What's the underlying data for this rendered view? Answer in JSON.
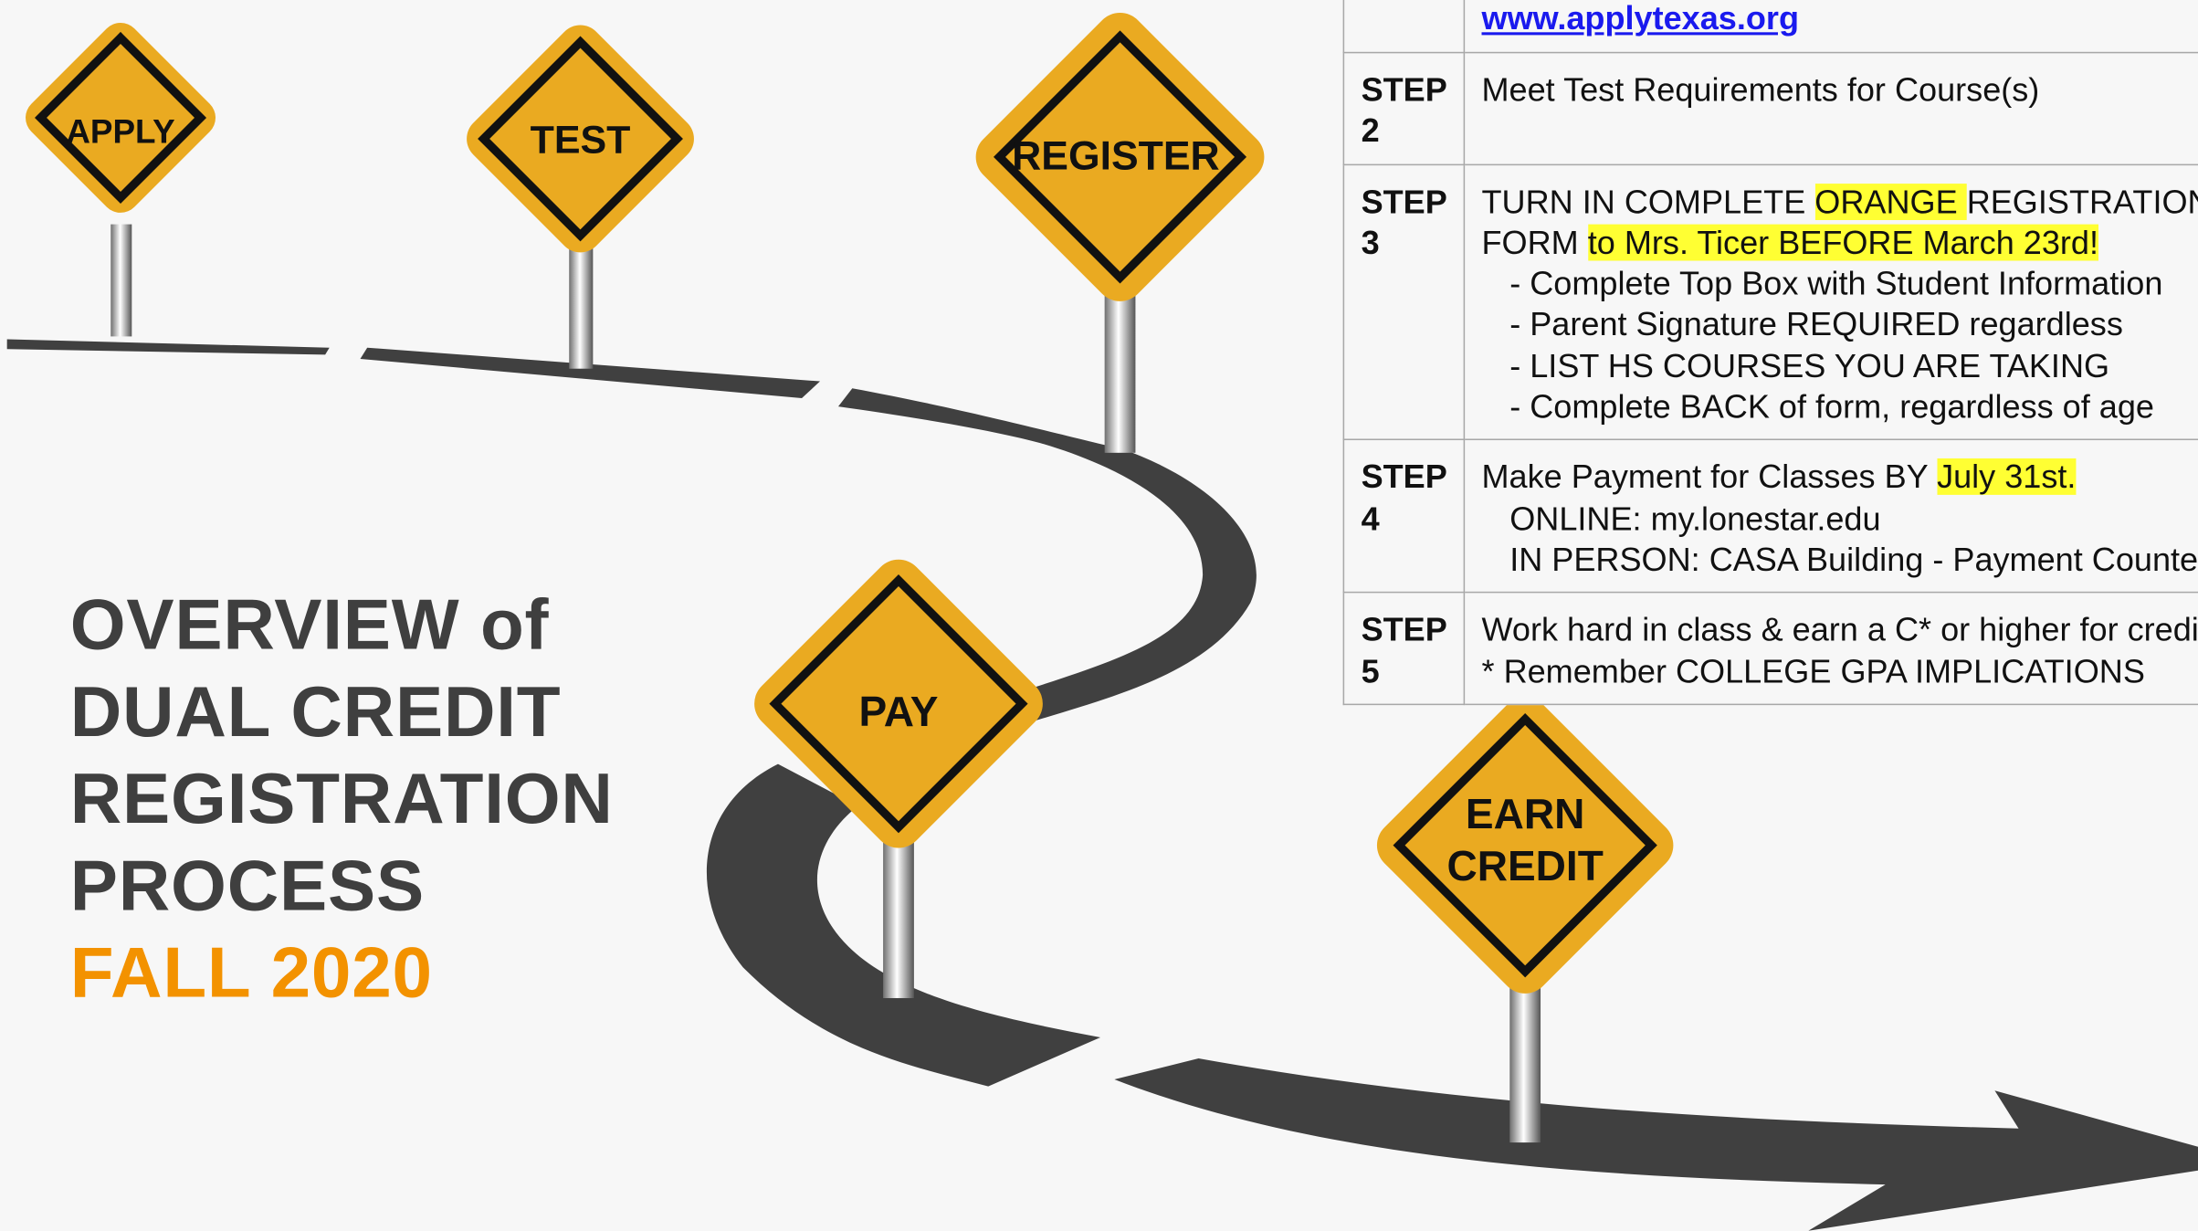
{
  "signs": {
    "apply": "APPLY",
    "test": "TEST",
    "register": "REGISTER",
    "pay": "PAY",
    "earn_line1": "EARN",
    "earn_line2": "CREDIT"
  },
  "title": {
    "line1": "OVERVIEW of",
    "line2": "DUAL CREDIT",
    "line3": "REGISTRATION",
    "line4": "PROCESS",
    "line5": "FALL 2020"
  },
  "steps": {
    "step1": {
      "link": "www.applytexas.org"
    },
    "step2": {
      "label": "STEP 2",
      "text": "Meet Test Requirements for Course(s)"
    },
    "step3": {
      "label": "STEP 3",
      "l1a": "TURN IN COMPLETE ",
      "l1b": "ORANGE ",
      "l1c": "REGISTRATION",
      "l2a": "FORM ",
      "l2b": "to Mrs. Ticer BEFORE March 23rd!",
      "b1": "- Complete Top Box with Student Information",
      "b2": "- Parent Signature REQUIRED regardless",
      "b3": "- LIST HS COURSES YOU ARE TAKING",
      "b4": "- Complete BACK of form, regardless of age"
    },
    "step4": {
      "label": "STEP 4",
      "l1a": "Make Payment for Classes BY ",
      "l1b": "July 31st.",
      "l2": "ONLINE: my.lonestar.edu",
      "l3": "IN PERSON: CASA Building - Payment Counter"
    },
    "step5": {
      "label": "STEP 5",
      "l1": "Work hard in class & earn a C* or higher for credit",
      "l2": "* Remember COLLEGE GPA IMPLICATIONS"
    }
  },
  "colors": {
    "sign_fill": "#eaaa21",
    "road": "#404040",
    "title_text": "#3f3f3f",
    "accent_orange": "#f39200",
    "highlight": "#ffff33",
    "link": "#1a1aee"
  }
}
